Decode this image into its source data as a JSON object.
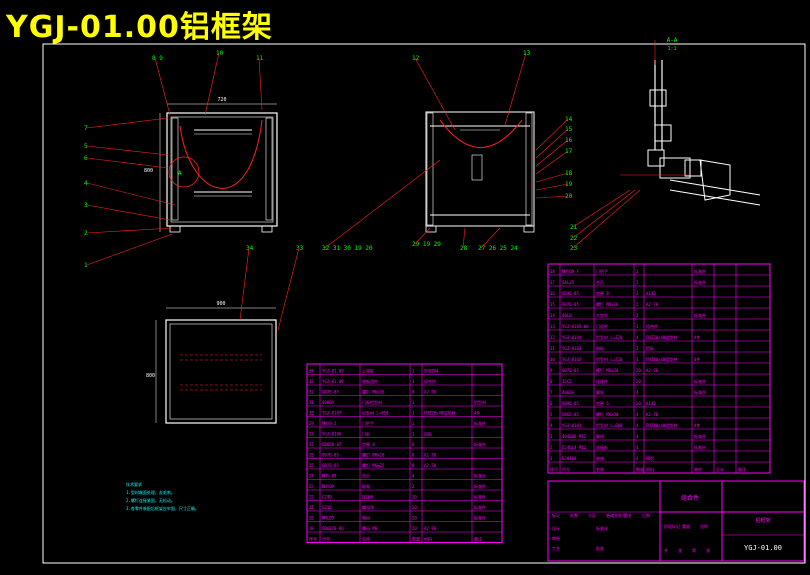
{
  "title": "YGJ-01.00铝框架",
  "colors": {
    "frame": "#ffffff",
    "part": "#ffffff",
    "leader": "#ff2020",
    "balloon": "#00ff00",
    "bom": "#ff00ff",
    "title": "#ffff00",
    "notes": "#00ffff"
  },
  "balloons": {
    "front_top": [
      "8 9",
      "10",
      "11"
    ],
    "front_left": [
      "7",
      "5",
      "6",
      "4",
      "3",
      "2",
      "1"
    ],
    "side_top": [
      "12",
      "13"
    ],
    "side_right": [
      "14",
      "15",
      "16",
      "17",
      "18",
      "19",
      "20"
    ],
    "side_bottom": [
      "29 19 29",
      "28",
      "27 26 25 24"
    ],
    "mid_row": [
      "34",
      "33",
      "32 31 30 19 20"
    ],
    "detail_right": [
      "21",
      "22",
      "23"
    ]
  },
  "dims": {
    "front_width": "720",
    "front_height": "800",
    "plan_width": "900",
    "plan_height": "800"
  },
  "detail_label": "A-A",
  "detail_scale": "1:1",
  "detail_mark": "A",
  "notes": {
    "heading": "技术要求",
    "lines": [
      "1.型材端面处理，去毛刺。",
      "2.螺钉连接紧固，无松动。",
      "3.各零件装配后框架应牢固，尺寸正确。"
    ]
  },
  "bom_left": [
    [
      "34",
      "YGJ-01.09",
      "上底板",
      "1",
      "SUS304",
      ""
    ],
    [
      "33",
      "YGJ-01.08",
      "底板组件",
      "1",
      "组合件",
      ""
    ],
    [
      "32",
      "GB70-85",
      "螺钉 M6x16",
      "8",
      "A2-70",
      ""
    ],
    [
      "31",
      "4080A",
      "门板铝型材",
      "1",
      "",
      "铝型材"
    ],
    [
      "30",
      "YGJ-0107",
      "铝型材 L=450",
      "1",
      "FHZ20x40铝型材",
      "4件"
    ],
    [
      "29",
      "MHY8-Z",
      "门把手",
      "2",
      "",
      "标准件"
    ],
    [
      "28",
      "YGJ-0106",
      "门板",
      "1",
      "铝板",
      ""
    ],
    [
      "27",
      "GB850-87",
      "垫圈 8",
      "8",
      "",
      "标准件"
    ],
    [
      "26",
      "GB70-85",
      "螺钉 M8x20",
      "8",
      "A2-70",
      ""
    ],
    [
      "25",
      "GB70-85",
      "螺钉 M6x25",
      "8",
      "A2-70",
      ""
    ],
    [
      "24",
      "NHY-09",
      "合页",
      "4",
      "",
      "标准件"
    ],
    [
      "23",
      "NHY09",
      "磁吸",
      "2",
      "",
      "标准件"
    ],
    [
      "22",
      "GZ40",
      "连接件",
      "20",
      "",
      "标准件"
    ],
    [
      "21",
      "GZ16",
      "螺母块",
      "20",
      "",
      "标准件"
    ],
    [
      "20",
      "NHL05",
      "角码",
      "20",
      "",
      "标准件"
    ],
    [
      "19",
      "GB6170-86",
      "螺母 M6",
      "20",
      "A2-70",
      ""
    ]
  ],
  "bom_left_header": [
    "序号",
    "代号",
    "名称",
    "数量",
    "材料",
    "备注"
  ],
  "bom_right": [
    [
      "18",
      "MHY09-Y",
      "门把手",
      "2",
      "",
      "标准件"
    ],
    [
      "17",
      "SAL25",
      "合页",
      "2",
      "",
      "标准件"
    ],
    [
      "16",
      "GB96-85",
      "垫圈 8",
      "2",
      "A140",
      ""
    ],
    [
      "15",
      "GB70-85",
      "螺钉 M8x16",
      "2",
      "A2-70",
      ""
    ],
    [
      "14",
      "40LB",
      "大垫片",
      "2",
      "",
      "标准件"
    ],
    [
      "13",
      "YGJ-0105.00",
      "门组件",
      "1",
      "组合件",
      ""
    ],
    [
      "12",
      "YGJ-0104",
      "铝型材 L=720",
      "4",
      "FHZ20x40铝型材",
      "4件"
    ],
    [
      "11",
      "YGJ-0103",
      "侧板",
      "2",
      "铝板",
      ""
    ],
    [
      "10",
      "YGJ-0102",
      "铝型材 L=720",
      "4",
      "FHZ40x40铝型材",
      "4件"
    ],
    [
      "9",
      "GB70-85",
      "螺钉 M6x20",
      "20",
      "A2-70",
      ""
    ],
    [
      "8",
      "16CZ",
      "连接件",
      "20",
      "",
      "标准件"
    ],
    [
      "7",
      "4060G",
      "脚轮",
      "4",
      "",
      "标准件"
    ],
    [
      "6",
      "GB96-85",
      "垫圈 6",
      "20",
      "A140",
      ""
    ],
    [
      "5",
      "GB65-85",
      "螺钉 M6x30",
      "4",
      "A2-70",
      ""
    ],
    [
      "4",
      "YGJ-0101",
      "铝型材 L=800",
      "4",
      "FHZ40x40铝型材",
      "4件"
    ],
    [
      "3",
      "40400B-M12",
      "脚杯",
      "4",
      "",
      "标准件"
    ],
    [
      "2",
      "DJ40L4-M12",
      "连接板",
      "4",
      "",
      "标准件"
    ],
    [
      "1",
      "DJ0400",
      "底座",
      "4",
      "铸铝",
      ""
    ]
  ],
  "bom_right_header": [
    "序号",
    "代号",
    "名称",
    "数量",
    "材料",
    "单件",
    "总计",
    "备注"
  ],
  "title_block": {
    "material": "组合件",
    "drawing_name": "铝框架",
    "drawing_no": "YGJ-01.00",
    "row_labels": [
      "标记",
      "处数",
      "分区",
      "更改文件号",
      "签名",
      "日期"
    ],
    "roles": [
      "设计",
      "审核",
      "工艺"
    ],
    "standardized": "标准化",
    "approved": "批准",
    "stage_labels": [
      "阶段标记",
      "重量",
      "比例"
    ],
    "sheet_labels": [
      "共",
      "张",
      "第",
      "张"
    ]
  }
}
